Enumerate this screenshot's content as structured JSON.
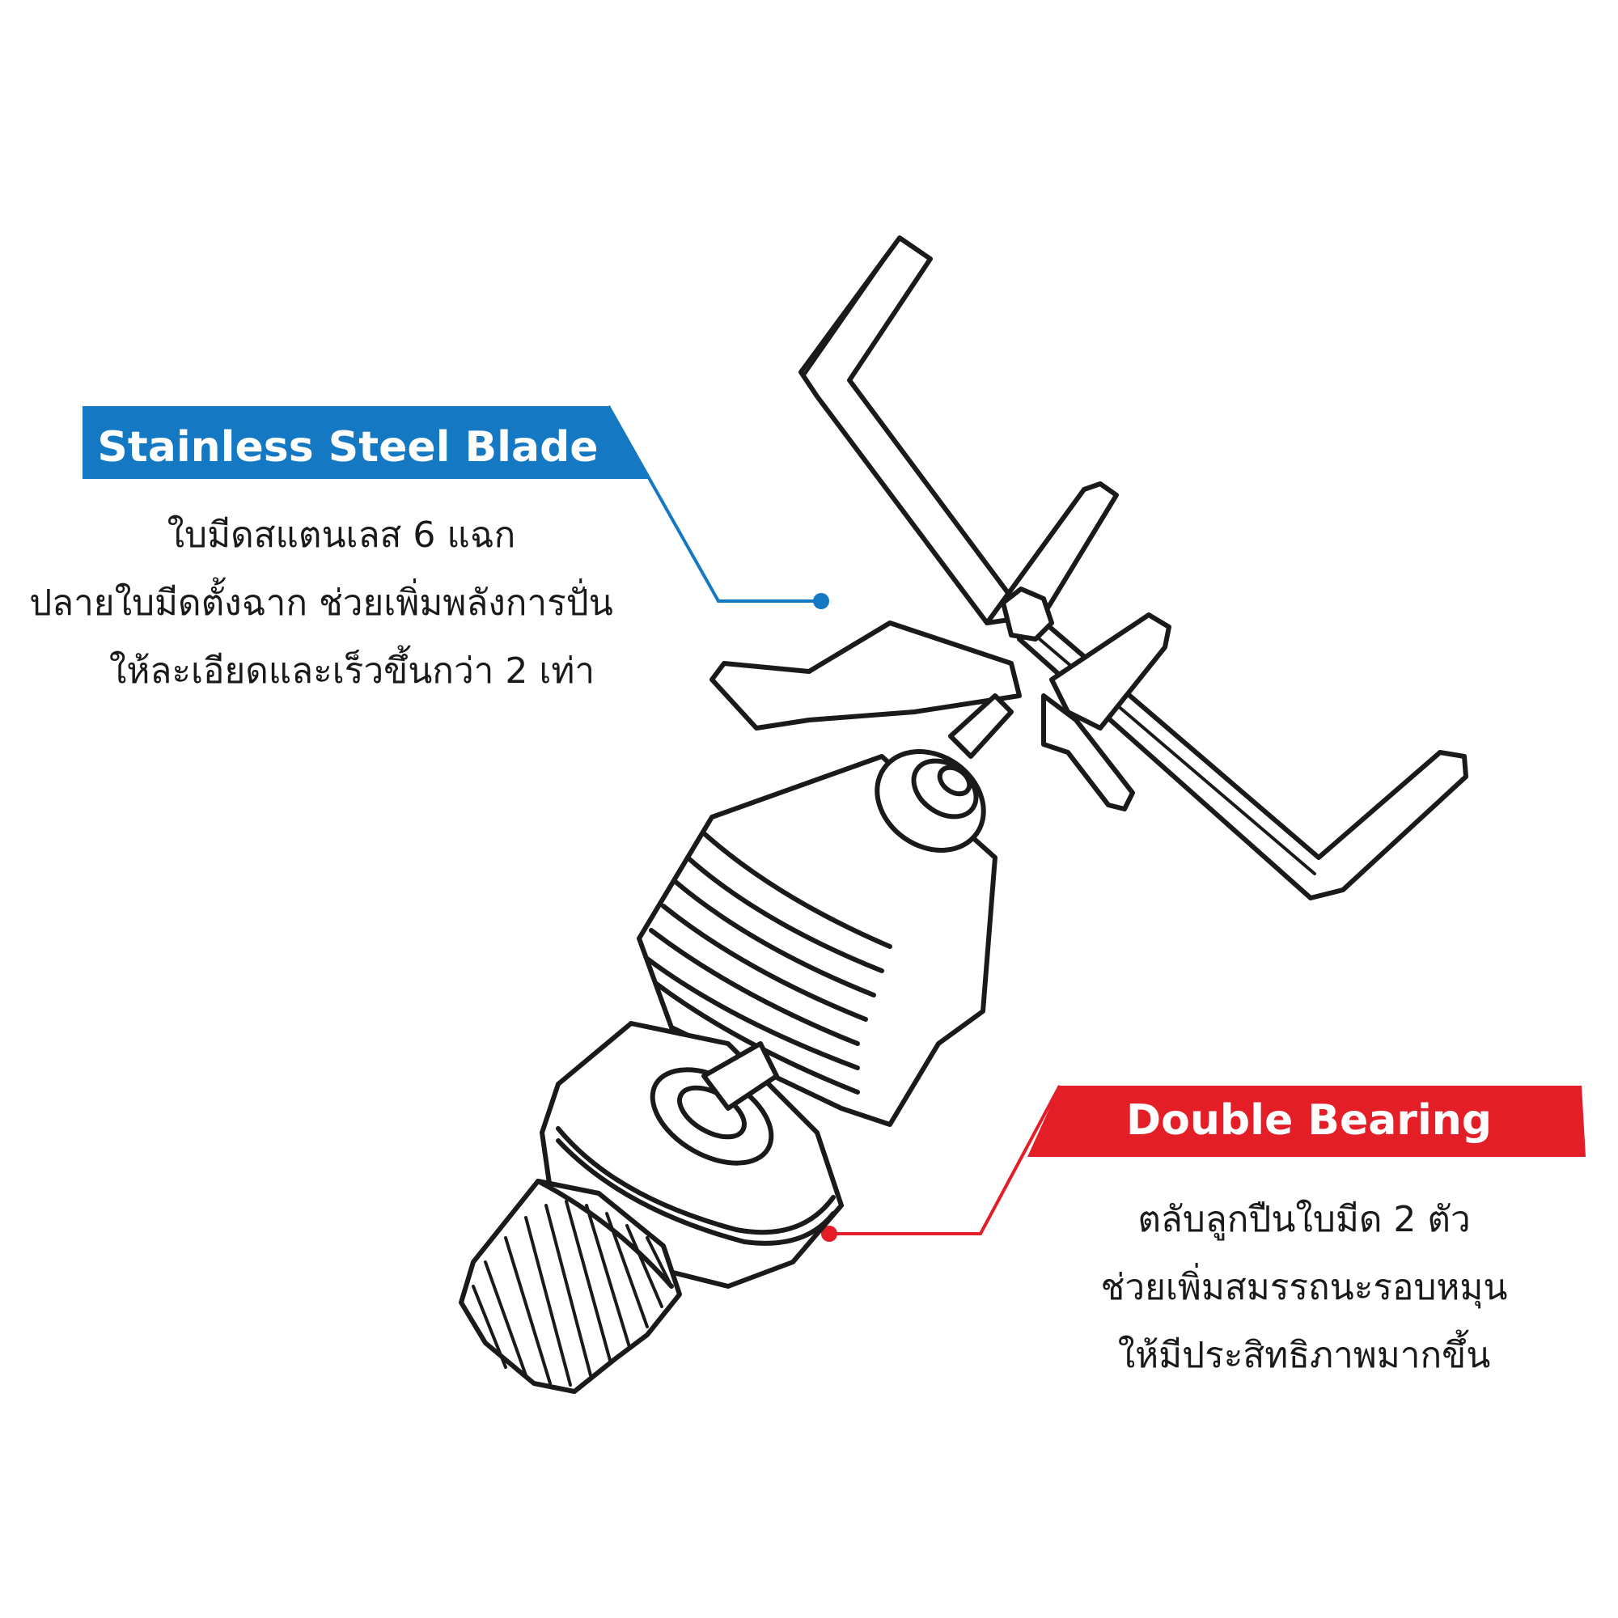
{
  "callouts": {
    "blade": {
      "title": "Stainless Steel Blade",
      "lines": [
        "ใบมีดสแตนเลส 6 แฉก",
        "ปลายใบมีดตั้งฉาก ช่วยเพิ่มพลังการปั่น",
        "ให้ละเอียดและเร็วขึ้นกว่า 2 เท่า"
      ],
      "color": "#1578c2"
    },
    "bearing": {
      "title": "Double Bearing",
      "lines": [
        "ตลับลูกปืนใบมีด 2 ตัว",
        "ช่วยเพิ่มสมรรถนะรอบหมุน",
        "ให้มีประสิทธิภาพมากขึ้น"
      ],
      "color": "#e31e26"
    }
  }
}
